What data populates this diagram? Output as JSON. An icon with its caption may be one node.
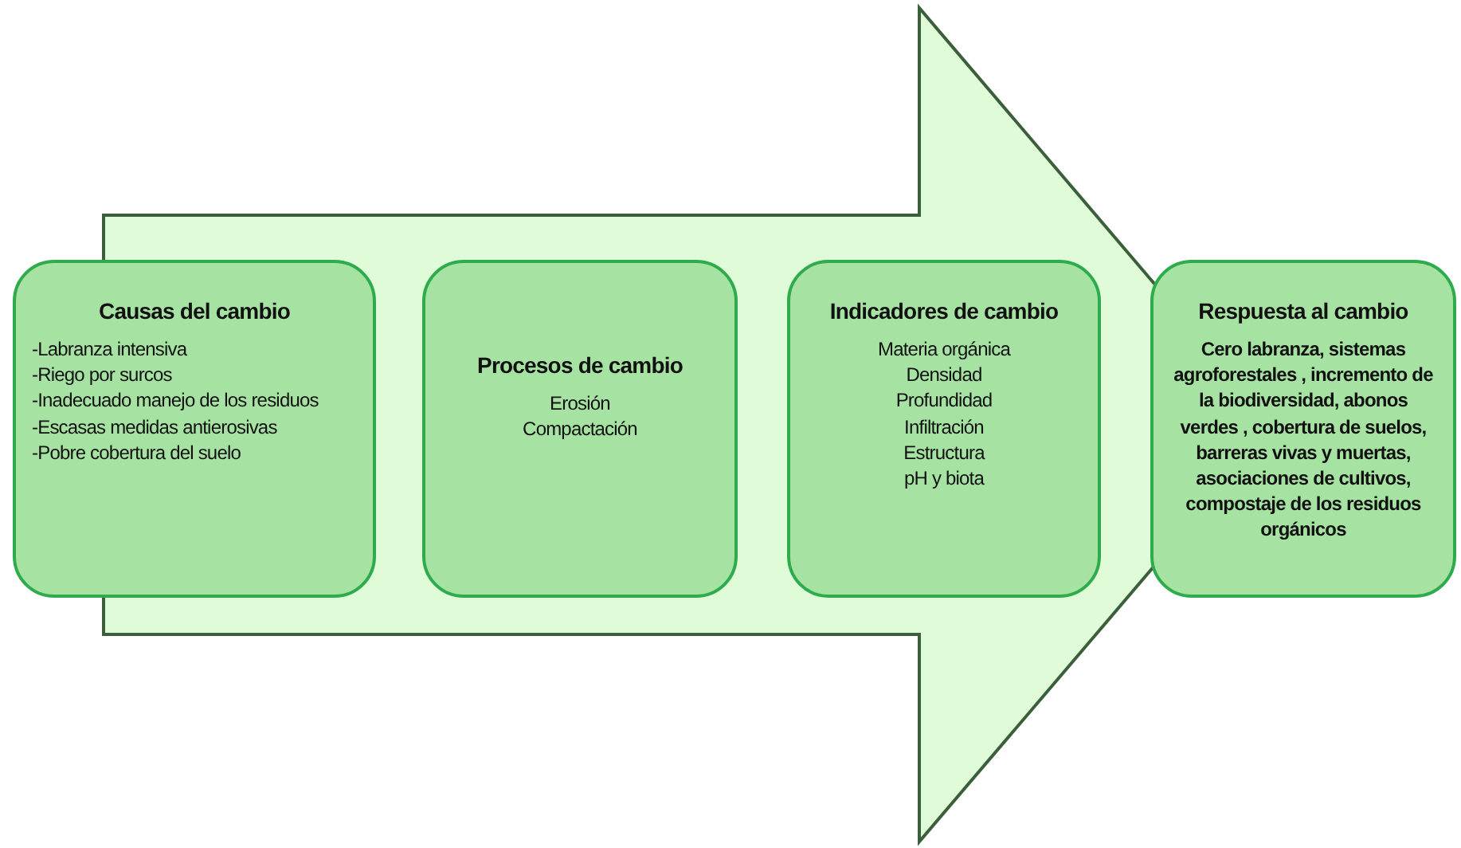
{
  "diagram": {
    "nodes": [
      {
        "text": [],
        "shape": "arrow"
      },
      {
        "text": [
          "Causas del cambio",
          "-Labranza intensiva",
          "-Riego por surcos",
          "-Inadecuado manejo de los residuos",
          "-Escasas medidas antierosivas",
          "-Pobre cobertura del suelo"
        ]
      },
      {
        "text": [
          "Procesos de cambio",
          "Erosión",
          "Compactación"
        ],
        "in": 0
      },
      {
        "text": [
          "Indicadores de cambio",
          "Materia orgánica",
          "Densidad",
          "Profundidad",
          "Infiltración",
          "Estructura",
          "pH y biota"
        ],
        "in": 0
      },
      {
        "text": [
          "Respuesta al cambio",
          "Cero labranza, sistemas agroforestales , incremento de la biodiversidad, abonos verdes , cobertura de suelos, barreras vivas y muertas, asociaciones de cultivos, compostaje de los residuos orgánicos"
        ]
      }
    ],
    "edges": []
  }
}
